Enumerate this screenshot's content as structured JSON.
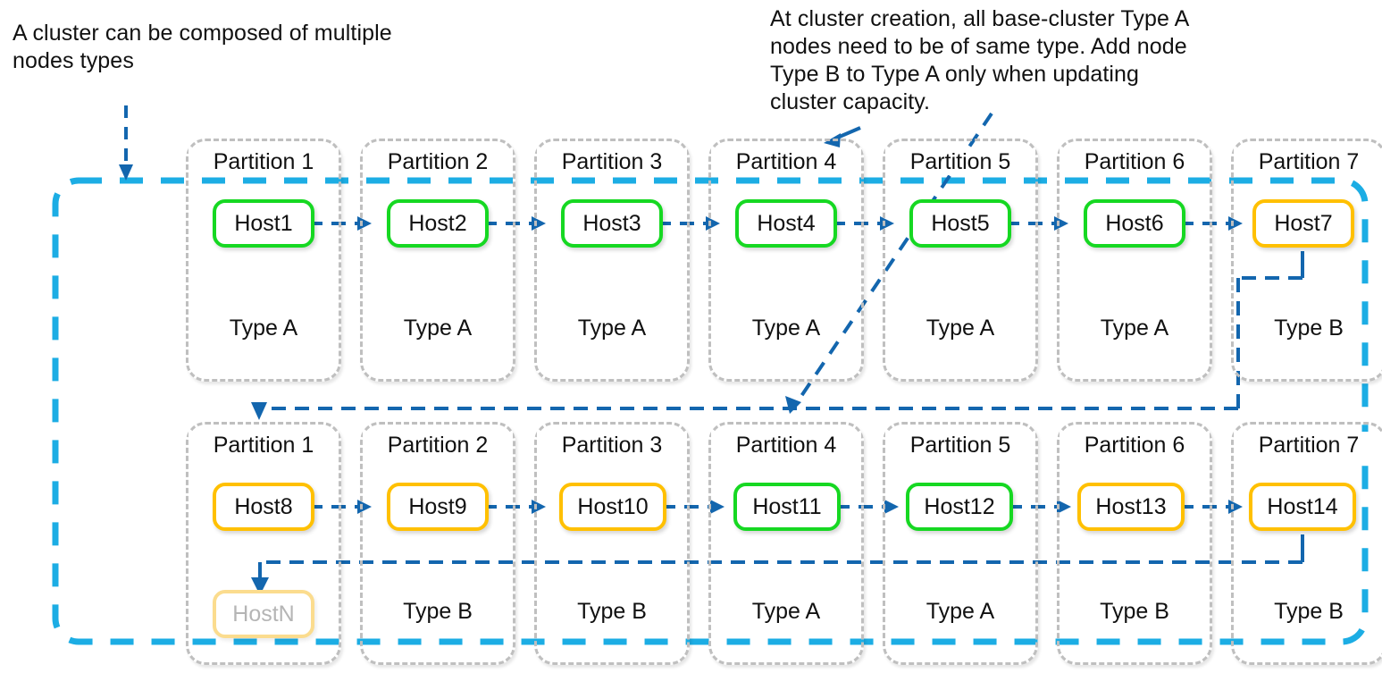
{
  "annotations": {
    "left": "A cluster can be composed of multiple\nnodes types",
    "right": "At cluster creation, all base-cluster Type A\nnodes need to be of same type. Add node\nType B to Type A only when updating\ncluster capacity."
  },
  "colors": {
    "type_a_node": "#16D822",
    "type_b_node": "#FFC000",
    "ghost_node": "#FBDC8E",
    "cluster_outline": "#1CADE4",
    "connector": "#1366AE",
    "partition_border": "#BFBFBF",
    "text": "#111111",
    "ghost_text": "#B5B5B5"
  },
  "rows": [
    {
      "row_name": "base-cluster-row",
      "partitions": [
        {
          "label": "Partition 1",
          "host": "Host1",
          "node_type": "Type A",
          "node_style": "typeA"
        },
        {
          "label": "Partition 2",
          "host": "Host2",
          "node_type": "Type A",
          "node_style": "typeA"
        },
        {
          "label": "Partition 3",
          "host": "Host3",
          "node_type": "Type A",
          "node_style": "typeA"
        },
        {
          "label": "Partition 4",
          "host": "Host4",
          "node_type": "Type A",
          "node_style": "typeA"
        },
        {
          "label": "Partition 5",
          "host": "Host5",
          "node_type": "Type A",
          "node_style": "typeA"
        },
        {
          "label": "Partition 6",
          "host": "Host6",
          "node_type": "Type A",
          "node_style": "typeA"
        },
        {
          "label": "Partition 7",
          "host": "Host7",
          "node_type": "Type B",
          "node_style": "typeB"
        }
      ]
    },
    {
      "row_name": "expansion-row",
      "partitions": [
        {
          "label": "Partition 1",
          "host": "Host8",
          "node_type": "HostN",
          "node_style": "typeB",
          "type_is_ghost_node": true
        },
        {
          "label": "Partition 2",
          "host": "Host9",
          "node_type": "Type B",
          "node_style": "typeB"
        },
        {
          "label": "Partition 3",
          "host": "Host10",
          "node_type": "Type B",
          "node_style": "typeB"
        },
        {
          "label": "Partition 4",
          "host": "Host11",
          "node_type": "Type A",
          "node_style": "typeA"
        },
        {
          "label": "Partition 5",
          "host": "Host12",
          "node_type": "Type A",
          "node_style": "typeA"
        },
        {
          "label": "Partition 6",
          "host": "Host13",
          "node_type": "Type B",
          "node_style": "typeB"
        },
        {
          "label": "Partition 7",
          "host": "Host14",
          "node_type": "Type B",
          "node_style": "typeB"
        }
      ]
    }
  ],
  "ghost_node": {
    "label": "HostN"
  }
}
